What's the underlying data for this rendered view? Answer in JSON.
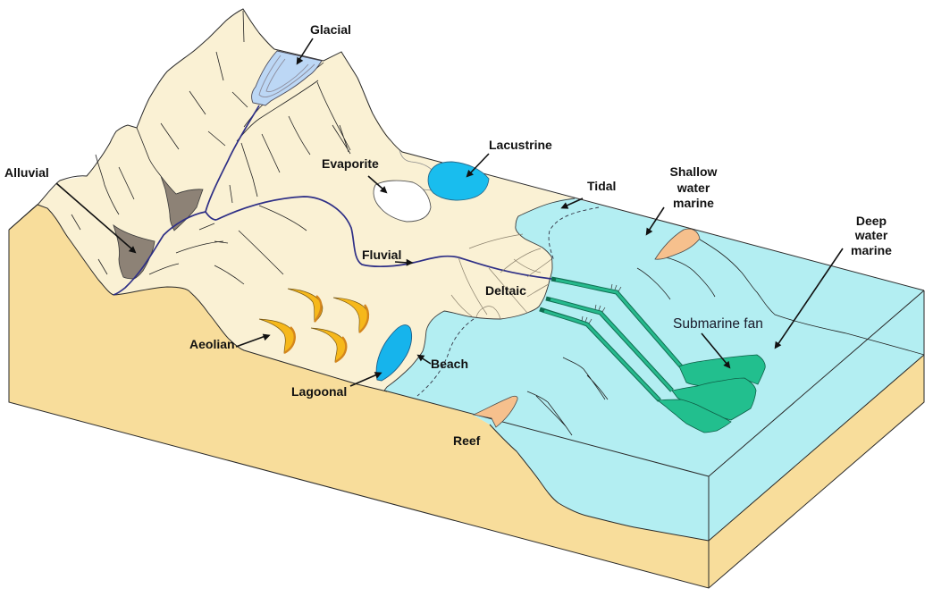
{
  "diagram": {
    "labels": {
      "glacial": "Glacial",
      "alluvial": "Alluvial",
      "evaporite": "Evaporite",
      "lacustrine": "Lacustrine",
      "tidal": "Tidal",
      "shallow_water_marine": [
        "Shallow",
        "water",
        "marine"
      ],
      "deep_water_marine": [
        "Deep",
        "water",
        "marine"
      ],
      "fluvial": "Fluvial",
      "deltaic": "Deltaic",
      "aeolian": "Aeolian",
      "lagoonal": "Lagoonal",
      "beach": "Beach",
      "reef": "Reef",
      "submarine_fan": "Submarine fan"
    },
    "colors": {
      "land_surface": "#faf1d4",
      "sediment_block": "#f8dd9b",
      "sea_water": "#b3eef2",
      "glacier_ice": "#bcd7f5",
      "alluvial_fan": "#8d8276",
      "evaporite_flat": "#ffffff",
      "lake": "#19bdee",
      "lagoon": "#16b4ec",
      "dune_sand": "#f6b81b",
      "dune_slipface": "#d4861c",
      "reef": "#f6c08d",
      "submarine_fan": "#22bf8e",
      "river": "#2e2f86",
      "label_text": "#111111"
    }
  }
}
